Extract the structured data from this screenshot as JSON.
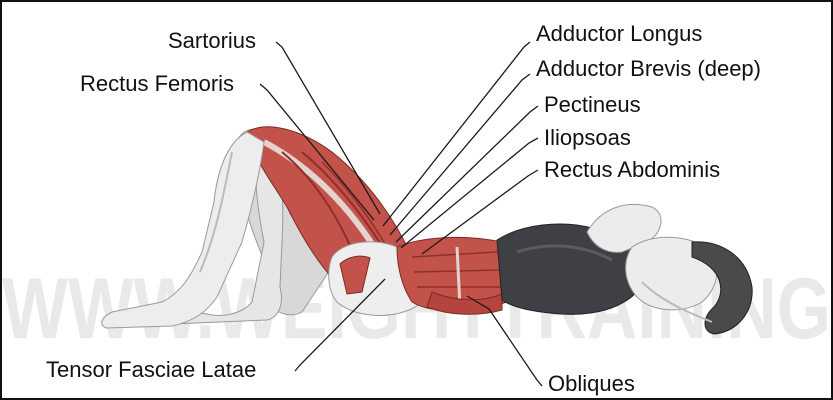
{
  "watermark": "WWW.WEIGHTTRAINING",
  "colors": {
    "muscle": "#c2524a",
    "muscle_dark": "#8f2f2a",
    "skin": "#ececec",
    "skin_shade": "#b9b9b9",
    "top": "#3e4045",
    "hair": "#4a4a4a",
    "watermark": "#e9e9e9",
    "leader": "#1a1a1a"
  },
  "labels": {
    "sartorius": "Sartorius",
    "rectus_femoris": "Rectus Femoris",
    "adductor_longus": "Adductor Longus",
    "adductor_brevis": "Adductor Brevis (deep)",
    "pectineus": "Pectineus",
    "iliopsoas": "Iliopsoas",
    "rectus_abdominis": "Rectus Abdominis",
    "tensor_fasciae_latae": "Tensor Fasciae Latae",
    "obliques": "Obliques"
  }
}
